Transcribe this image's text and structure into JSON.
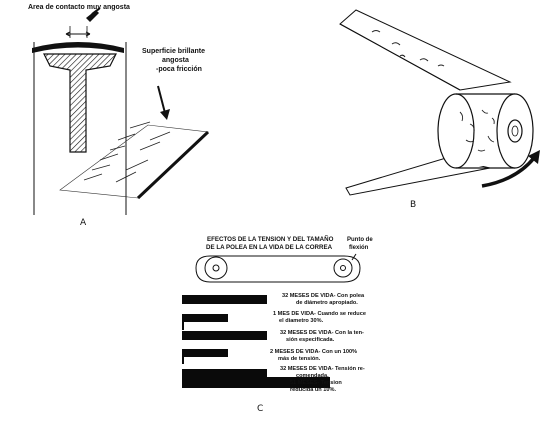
{
  "panel_a": {
    "label_contact": "Area de contacto muy angosta",
    "label_surface_l1": "Superficie brillante",
    "label_surface_l2": "angosta",
    "label_surface_l3": "-poca fricción",
    "letter": "A"
  },
  "panel_b": {
    "letter": "B"
  },
  "panel_c": {
    "title_l1": "EFECTOS DE LA TENSION Y DEL TAMAÑO",
    "title_l2": "DE LA POLEA EN LA VIDA DE LA CORREA",
    "flex_l1": "Punto de",
    "flex_l2": "flexión",
    "letter": "C",
    "rows": [
      {
        "life_months": 32,
        "text_l1": "32 MESES DE VIDA- Con polea",
        "text_l2": "de diámetro apropiado."
      },
      {
        "life_months": 1,
        "text_l1": "1 MES DE VIDA- Cuando se reduce",
        "text_l2": "el diametro 30%."
      },
      {
        "life_months": 32,
        "text_l1": "32 MESES DE VIDA- Con la ten-",
        "text_l2": "sión especificada."
      },
      {
        "life_months": 2,
        "text_l1": "2 MESES DE VIDA- Con un 100%",
        "text_l2": "más de tensión."
      },
      {
        "life_months": 32,
        "text_l1": "32 MESES DE VIDA- Tensión re-",
        "text_l2": "comendada."
      },
      {
        "life_months": 51,
        "text_l1": "51 MESES- Tension",
        "text_l2": "reducida un 10%."
      }
    ]
  }
}
